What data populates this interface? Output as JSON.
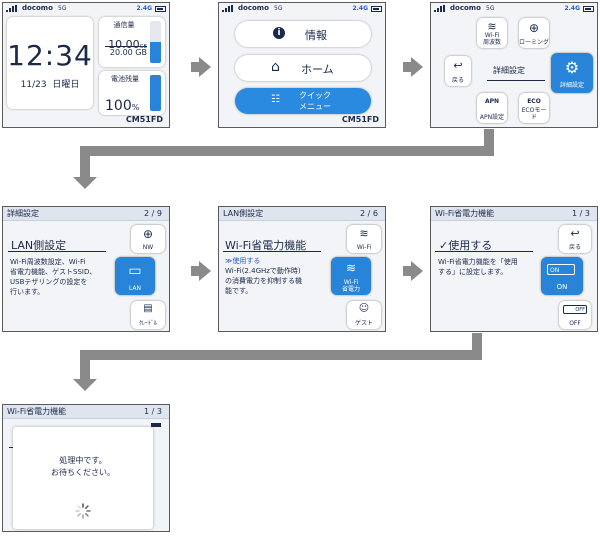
{
  "status": {
    "carrier": "docomo",
    "net": "5G",
    "wifi": "2.4G"
  },
  "model": "CM51FD",
  "home": {
    "time": "12:34",
    "date": "11/23",
    "day": "日曜日",
    "traffic_label": "通信量",
    "used": "10.00",
    "used_unit": "GB",
    "limit": "20.00 GB",
    "battery_label": "電池残量",
    "battery": "100",
    "battery_unit": "%"
  },
  "menu": {
    "info": "情報",
    "home": "ホーム",
    "quick_1": "クイック",
    "quick_2": "メニュー"
  },
  "quick": {
    "wifi_band_1": "Wi-Fi",
    "wifi_band_2": "周波数",
    "roaming": "ローミング",
    "back": "戻る",
    "title": "詳細設定",
    "detail": "詳細設定",
    "apn": "APN設定",
    "apn_icon": "APN",
    "eco": "ECOモード",
    "eco_icon": "ECO"
  },
  "lan": {
    "header": "詳細設定",
    "page": "2 / 9",
    "title": "LAN側設定",
    "body": [
      "Wi-Fi周波数設定、Wi-Fi",
      "省電力機能、ゲストSSID、",
      "USBテザリングの設定を",
      "行います。"
    ],
    "nw": "NW",
    "lan": "LAN",
    "upgrade": "ｸﾚｰﾄﾞﾙ"
  },
  "wifisave": {
    "header": "LAN側設定",
    "page": "2 / 6",
    "title": "Wi-Fi省電力機能",
    "body": [
      "≫使用する",
      "Wi-Fi(2.4GHzで動作時)",
      "の消費電力を抑制する機",
      "能です。"
    ],
    "wifi": "Wi-Fi",
    "save_1": "Wi-Fi",
    "save_2": "省電力",
    "guest": "ゲスト"
  },
  "use": {
    "header": "Wi-Fi省電力機能",
    "page": "1 / 3",
    "title": "✓使用する",
    "body": [
      "Wi-Fi省電力機能を「使用",
      "する」に設定します。"
    ],
    "back": "戻る",
    "on_toggle": "ON",
    "on": "ON",
    "off_toggle": "OFF",
    "off": "OFF"
  },
  "processing": {
    "header": "Wi-Fi省電力機能",
    "page": "1 / 3",
    "line1": "処理中です。",
    "line2": "お待ちください。"
  },
  "colors": {
    "accent": "#2784d9",
    "arrow": "#8a8a8a",
    "navy": "#1c2a4a"
  }
}
